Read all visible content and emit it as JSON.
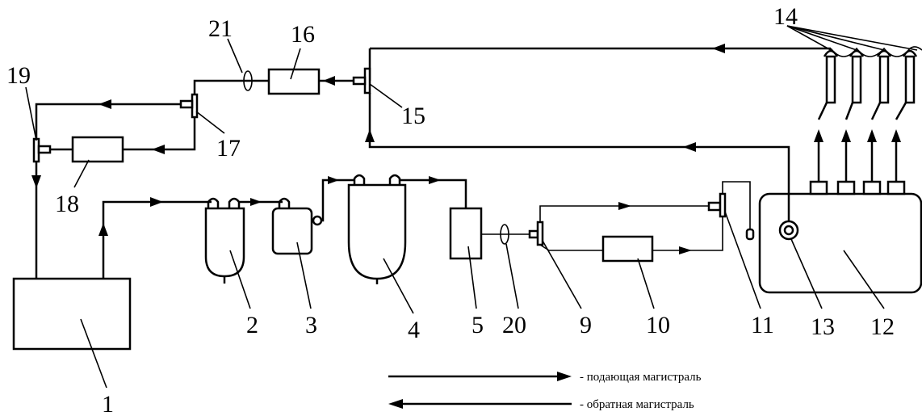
{
  "labels": {
    "n1": "1",
    "n2": "2",
    "n3": "3",
    "n4": "4",
    "n5": "5",
    "n9": "9",
    "n10": "10",
    "n11": "11",
    "n12": "12",
    "n13": "13",
    "n14": "14",
    "n15": "15",
    "n16": "16",
    "n17": "17",
    "n18": "18",
    "n19": "19",
    "n20": "20",
    "n21": "21"
  },
  "legend": {
    "supply": "- подающая магистраль",
    "return": "- обратная магистраль"
  }
}
